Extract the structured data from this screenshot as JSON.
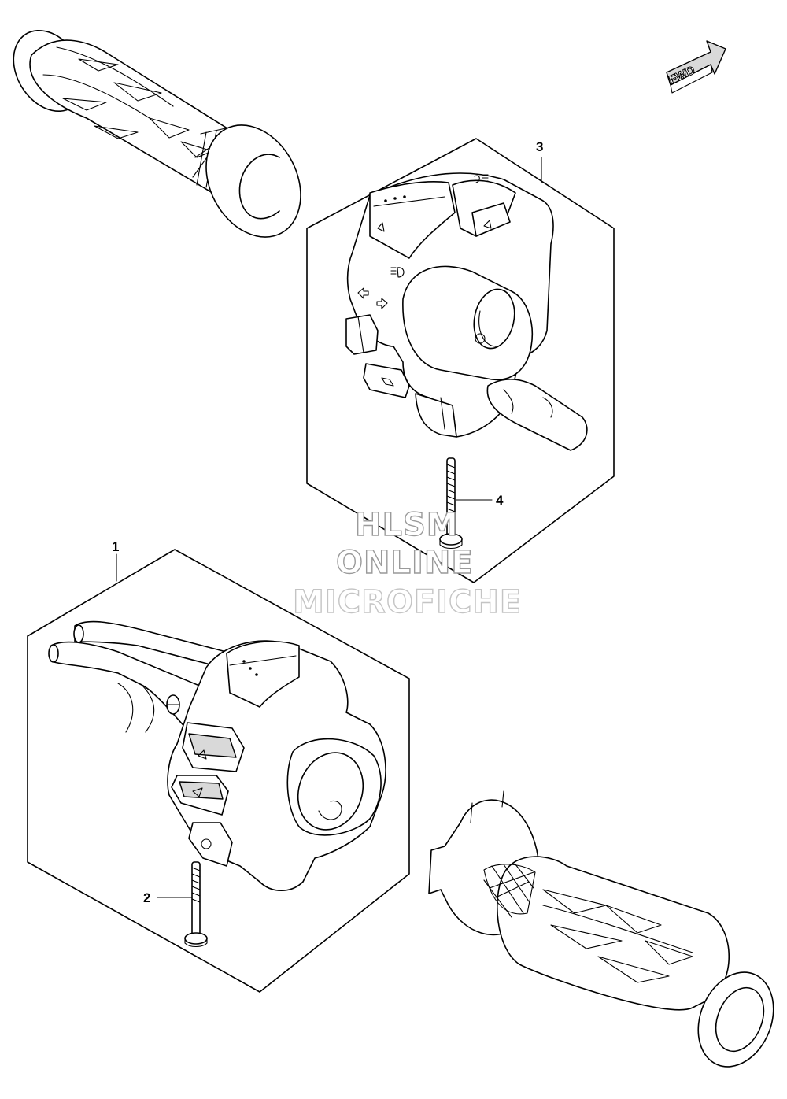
{
  "fwd_label": "FWD",
  "callouts": {
    "part_1": "1",
    "part_2": "2",
    "part_3": "3",
    "part_4": "4"
  },
  "watermark": {
    "line1": "HLSM",
    "line2": "ONLINE",
    "line3": "MICROFICHE"
  },
  "colors": {
    "line": "#000000",
    "background": "#ffffff",
    "watermark": "#9a9a9a"
  }
}
